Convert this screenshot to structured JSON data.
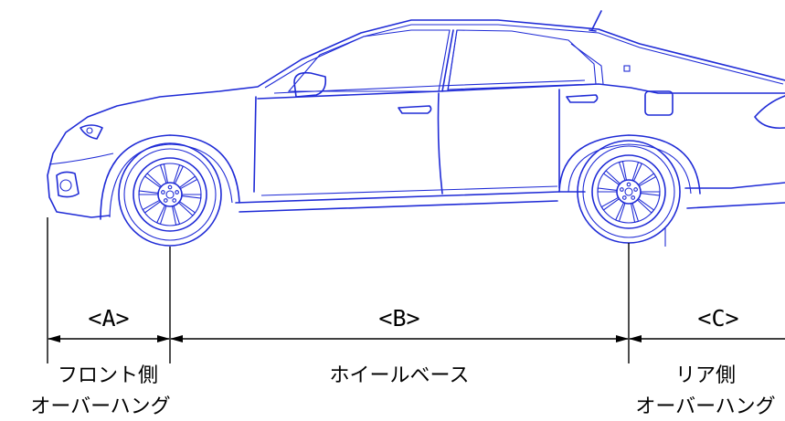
{
  "dimensions": {
    "a": "<A>",
    "b": "<B>",
    "c": "<C>"
  },
  "labels": {
    "front_line1": "フロント側",
    "front_line2": "オーバーハング",
    "wheelbase": "ホイールベース",
    "rear_line1": "リア側",
    "rear_line2": "オーバーハング"
  },
  "colors": {
    "car_stroke": "#1f2bd6",
    "dimension_lines": "#000000"
  }
}
